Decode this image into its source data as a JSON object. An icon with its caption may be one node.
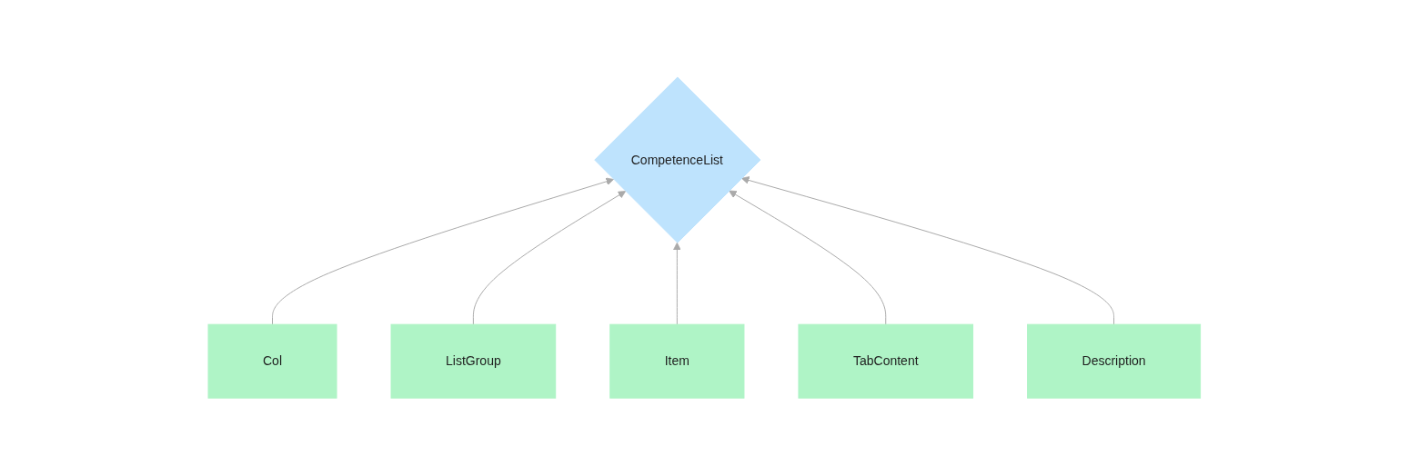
{
  "diagram": {
    "nodes": [
      {
        "text": [
          "CompetenceList"
        ]
      },
      {
        "text": [
          "Col"
        ]
      },
      {
        "text": [
          "ListGroup"
        ]
      },
      {
        "text": [
          "Item"
        ]
      },
      {
        "text": [
          "TabContent"
        ]
      },
      {
        "text": [
          "Description"
        ]
      }
    ],
    "edges": [
      {
        "from": 1,
        "to": 0,
        "arrow": "to"
      },
      {
        "from": 2,
        "to": 0,
        "arrow": "to"
      },
      {
        "from": 3,
        "to": 0,
        "arrow": "to"
      },
      {
        "from": 4,
        "to": 0,
        "arrow": "to"
      },
      {
        "from": 5,
        "to": 0,
        "arrow": "to"
      }
    ]
  }
}
